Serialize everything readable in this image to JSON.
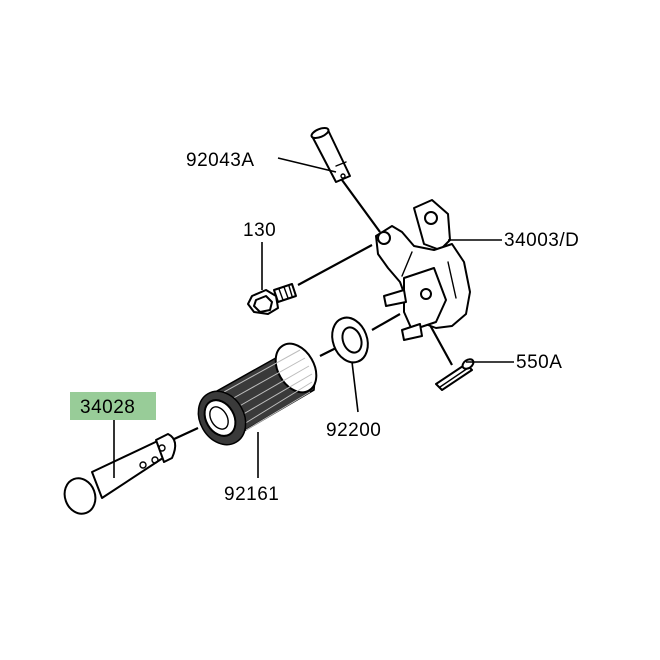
{
  "diagram": {
    "highlight_color": "#98cc98",
    "parts": [
      {
        "id": "p1",
        "label": "92043A",
        "icon": "pin-icon"
      },
      {
        "id": "p2",
        "label": "130",
        "icon": "bolt-icon"
      },
      {
        "id": "p3",
        "label": "34003/D",
        "icon": "footpeg-bracket-icon"
      },
      {
        "id": "p4",
        "label": "550A",
        "icon": "cotter-pin-icon"
      },
      {
        "id": "p5",
        "label": "92200",
        "icon": "washer-icon"
      },
      {
        "id": "p6",
        "label": "92161",
        "icon": "rubber-grip-icon"
      },
      {
        "id": "p7",
        "label": "34028",
        "icon": "footpeg-pin-icon",
        "highlighted": true
      }
    ]
  }
}
